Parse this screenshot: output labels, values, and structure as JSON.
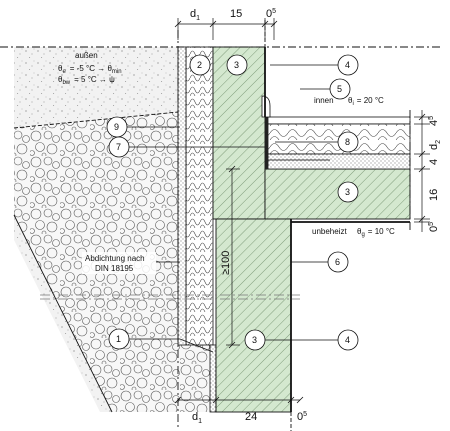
{
  "top_dims": {
    "d1": "d",
    "d1_sub": "1",
    "d15": "15",
    "d0": "0",
    "d0_sup": "5"
  },
  "bottom_dims": {
    "d1": "d",
    "d1_sub": "1",
    "d24": "24",
    "d0": "0",
    "d0_sup": "5"
  },
  "right_dims": {
    "r45": "4",
    "r45_sup": "5",
    "rd2": "d",
    "rd2_sub": "2",
    "r4": "4",
    "r16": "16",
    "r0": "0",
    "r0_sup": "5"
  },
  "outside": {
    "title": "außen",
    "line1_sym": "θ",
    "line1_sub": "e",
    "line1_eq": "=  -5 °C → θ",
    "line1_tail": "min",
    "line2_sym": "θ",
    "line2_sub": "bw",
    "line2_eq": "=  5 °C → ψ"
  },
  "inside": {
    "label": "innen",
    "sym": "θ",
    "sub": "i",
    "eq": "= 20 °C"
  },
  "unheated": {
    "label": "unbeheizt",
    "sym": "θ",
    "sub": "g",
    "eq": "= 10 °C"
  },
  "sealing": {
    "line1": "Abdichtung nach",
    "line2": "DIN 18195"
  },
  "dim_100": "≥100",
  "callouts": {
    "c1": "1",
    "c2": "2",
    "c3": "3",
    "c4": "4",
    "c5": "5",
    "c6": "6",
    "c7": "7",
    "c8": "8",
    "c9": "9"
  },
  "colors": {
    "concrete": "#d4e8cf",
    "hatch": "#5c7c58",
    "gravel": "#f4f4f4",
    "line": "#111111"
  }
}
